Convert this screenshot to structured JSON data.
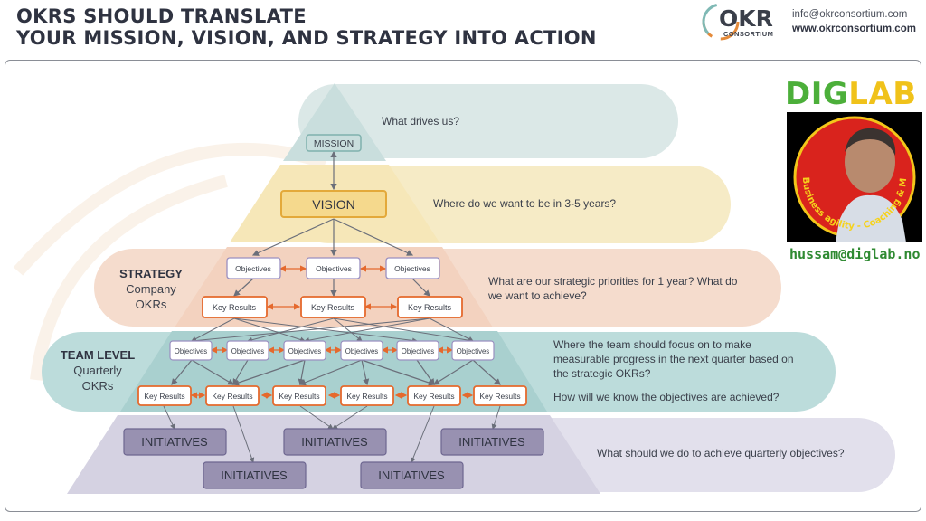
{
  "header": {
    "title_line1": "OKRS SHOULD TRANSLATE",
    "title_line2": "YOUR MISSION, VISION, AND STRATEGY INTO ACTION",
    "logo_main": "OKR",
    "logo_sub": "CONSORTIUM",
    "email": "info@okrconsortium.com",
    "website": "www.okrconsortium.com"
  },
  "pyramid": {
    "mission": {
      "label": "MISSION",
      "question": "What drives us?"
    },
    "vision": {
      "label": "VISION",
      "question": "Where do we want to be in 3-5 years?"
    },
    "strategy": {
      "side_title": "STRATEGY",
      "side_line2": "Company",
      "side_line3": "OKRs",
      "objective_label": "Objectives",
      "key_result_label": "Key Results",
      "question_line1": "What are our strategic priorities for 1 year? What do",
      "question_line2": "we want to achieve?"
    },
    "team": {
      "side_title": "TEAM LEVEL",
      "side_line2": "Quarterly",
      "side_line3": "OKRs",
      "objective_label": "Objectives",
      "key_result_label": "Key Results",
      "question_line1": "Where the team should focus on to make",
      "question_line2": "measurable progress in the next quarter based on",
      "question_line3": "the strategic OKRs?",
      "question_line4": "How will we know the objectives are achieved?"
    },
    "initiatives": {
      "label": "INITIATIVES",
      "question": "What should we do to achieve quarterly objectives?"
    }
  },
  "diglab": {
    "title_part1": "DIG",
    "title_part2": "LAB",
    "badge_text": "Business agility - Coaching & Mentoring",
    "email": "hussam@diglab.no"
  },
  "colors": {
    "mission": "#c9dedd",
    "vision": "#f6e7b8",
    "strategy": "#f3d2bf",
    "team": "#a9d0cf",
    "initiatives": "#d5d2e2",
    "key_result_border": "#e5692d",
    "objective_border": "#9a8fc0",
    "initiative_box": "#8f88a8"
  }
}
